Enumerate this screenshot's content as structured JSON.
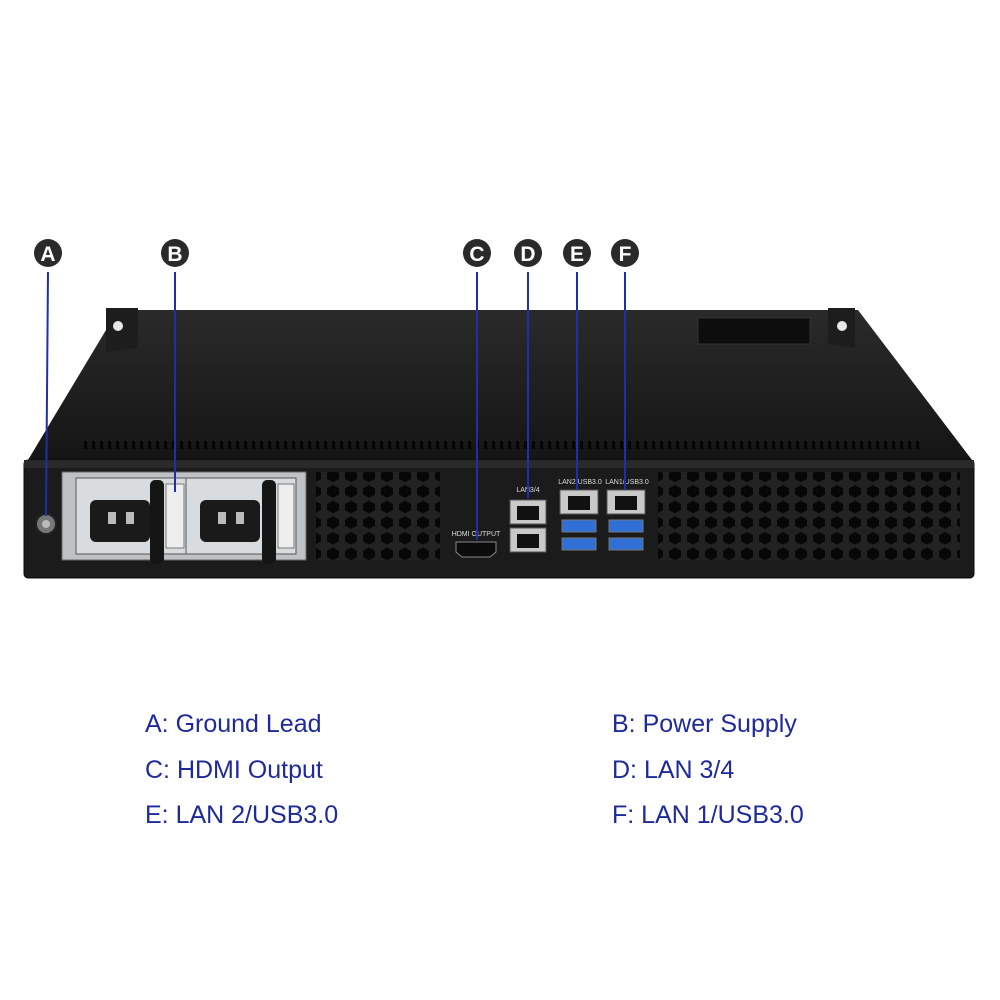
{
  "callouts": [
    {
      "letter": "A",
      "description": "Ground Lead"
    },
    {
      "letter": "B",
      "description": "Power Supply"
    },
    {
      "letter": "C",
      "description": "HDMI Output"
    },
    {
      "letter": "D",
      "description": "LAN 3/4"
    },
    {
      "letter": "E",
      "description": "LAN 2/USB3.0"
    },
    {
      "letter": "F",
      "description": "LAN 1/USB3.0"
    }
  ],
  "legend": [
    {
      "text": "A: Ground Lead"
    },
    {
      "text": "B: Power Supply"
    },
    {
      "text": "C: HDMI Output"
    },
    {
      "text": "D: LAN 3/4"
    },
    {
      "text": "E: LAN 2/USB3.0"
    },
    {
      "text": "F: LAN 1/USB3.0"
    }
  ],
  "port_labels": {
    "hdmi": "HDMI OUTPUT",
    "lan34": "LAN3/4",
    "lan2usb": "LAN2/USB3.0",
    "lan1usb": "LAN1/USB3.0"
  },
  "colors": {
    "chassis": "#1b1b1b",
    "chassis_top": "#141414",
    "callout_marker": "#2a2a2a",
    "leader_line": "#1f2fa8",
    "legend_text": "#1e2a9a",
    "usb_blue": "#2f6fd6"
  }
}
